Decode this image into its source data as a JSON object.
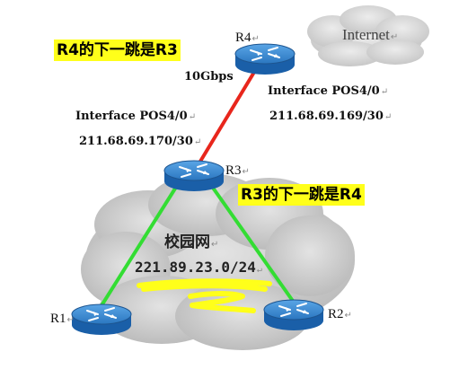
{
  "routers": {
    "r1": {
      "name": "R1"
    },
    "r2": {
      "name": "R2"
    },
    "r3": {
      "name": "R3"
    },
    "r4": {
      "name": "R4"
    }
  },
  "internet": {
    "label": "Internet"
  },
  "campus": {
    "label": "校园网",
    "subnet": "221.89.23.0/24"
  },
  "links": {
    "r4_r3": {
      "speed": "10Gbps",
      "color": "#e8261c"
    },
    "r3_r1": {
      "color": "#33dd33"
    },
    "r3_r2": {
      "color": "#33dd33"
    }
  },
  "r4_interface": {
    "name": "Interface POS4/0",
    "ip": "211.68.69.169/30"
  },
  "r3_interface": {
    "name": "Interface POS4/0",
    "ip": "211.68.69.170/30"
  },
  "annotations": {
    "r4_next_hop": "R4的下一跳是R3",
    "r3_next_hop": "R3的下一跳是R4",
    "highlight_color": "#ffff1a"
  },
  "colors": {
    "router_body": "#1a5fa8",
    "router_top": "#3d8fd6",
    "cloud": "#c9c9c9"
  },
  "marks": {
    "paragraph": "↵"
  }
}
